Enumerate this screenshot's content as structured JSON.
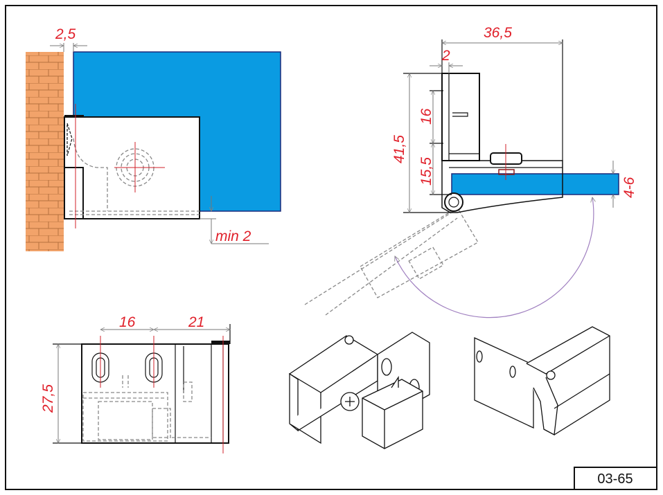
{
  "drawing_number": "03-65",
  "colors": {
    "glass": "#0a9be2",
    "brick": "#f2a36a",
    "dimension_text": "#e0202a"
  },
  "views": {
    "mounted_top_view": {
      "gap_dim": "2,5",
      "min_gap_dim": "min 2"
    },
    "side_section": {
      "width_dim": "36,5",
      "wall_dim": "2",
      "height_dim": "41,5",
      "upper_dim": "16",
      "lower_dim": "15,5",
      "glass_thickness_dim": "4-6"
    },
    "front_view": {
      "slot_spacing_dim": "16",
      "offset_dim": "21",
      "height_dim": "27,5"
    }
  }
}
